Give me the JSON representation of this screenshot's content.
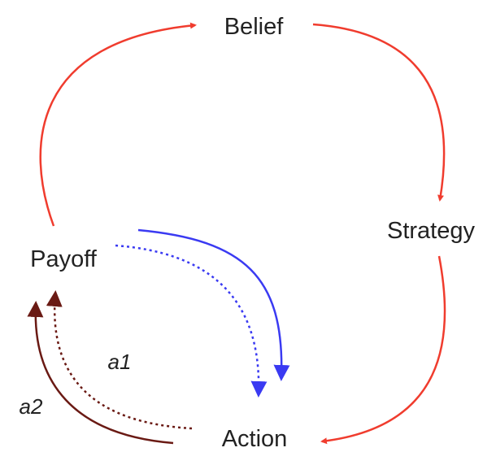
{
  "nodes": {
    "belief": "Belief",
    "strategy": "Strategy",
    "payoff": "Payoff",
    "action": "Action"
  },
  "edge_labels": {
    "a1": "a1",
    "a2": "a2"
  },
  "colors": {
    "cycle": "#f03c2e",
    "payoff_to_action": "#3a3af2",
    "action_to_payoff": "#6a1a14"
  }
}
